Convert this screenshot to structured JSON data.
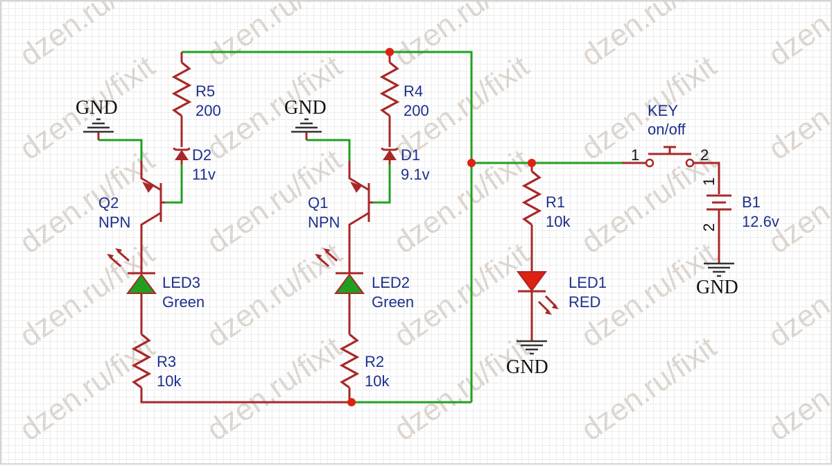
{
  "watermark": "dzen.ru/fixit",
  "components": {
    "r5": {
      "ref": "R5",
      "value": "200"
    },
    "r4": {
      "ref": "R4",
      "value": "200"
    },
    "r3": {
      "ref": "R3",
      "value": "10k"
    },
    "r2": {
      "ref": "R2",
      "value": "10k"
    },
    "r1": {
      "ref": "R1",
      "value": "10k"
    },
    "d2": {
      "ref": "D2",
      "value": "11v"
    },
    "d1": {
      "ref": "D1",
      "value": "9.1v"
    },
    "q2": {
      "ref": "Q2",
      "value": "NPN"
    },
    "q1": {
      "ref": "Q1",
      "value": "NPN"
    },
    "led3": {
      "ref": "LED3",
      "value": "Green"
    },
    "led2": {
      "ref": "LED2",
      "value": "Green"
    },
    "led1": {
      "ref": "LED1",
      "value": "RED"
    },
    "key": {
      "ref": "KEY",
      "value": "on/off",
      "pin1": "1",
      "pin2": "2"
    },
    "b1": {
      "ref": "B1",
      "value": "12.6v",
      "pin1": "1",
      "pin2": "2"
    }
  },
  "gnd_label": "GND",
  "colors": {
    "wire": "#20a020",
    "part": "#a82828",
    "led_green": "#20a020",
    "led_red": "#e02010",
    "label": "#1c2f8c"
  }
}
